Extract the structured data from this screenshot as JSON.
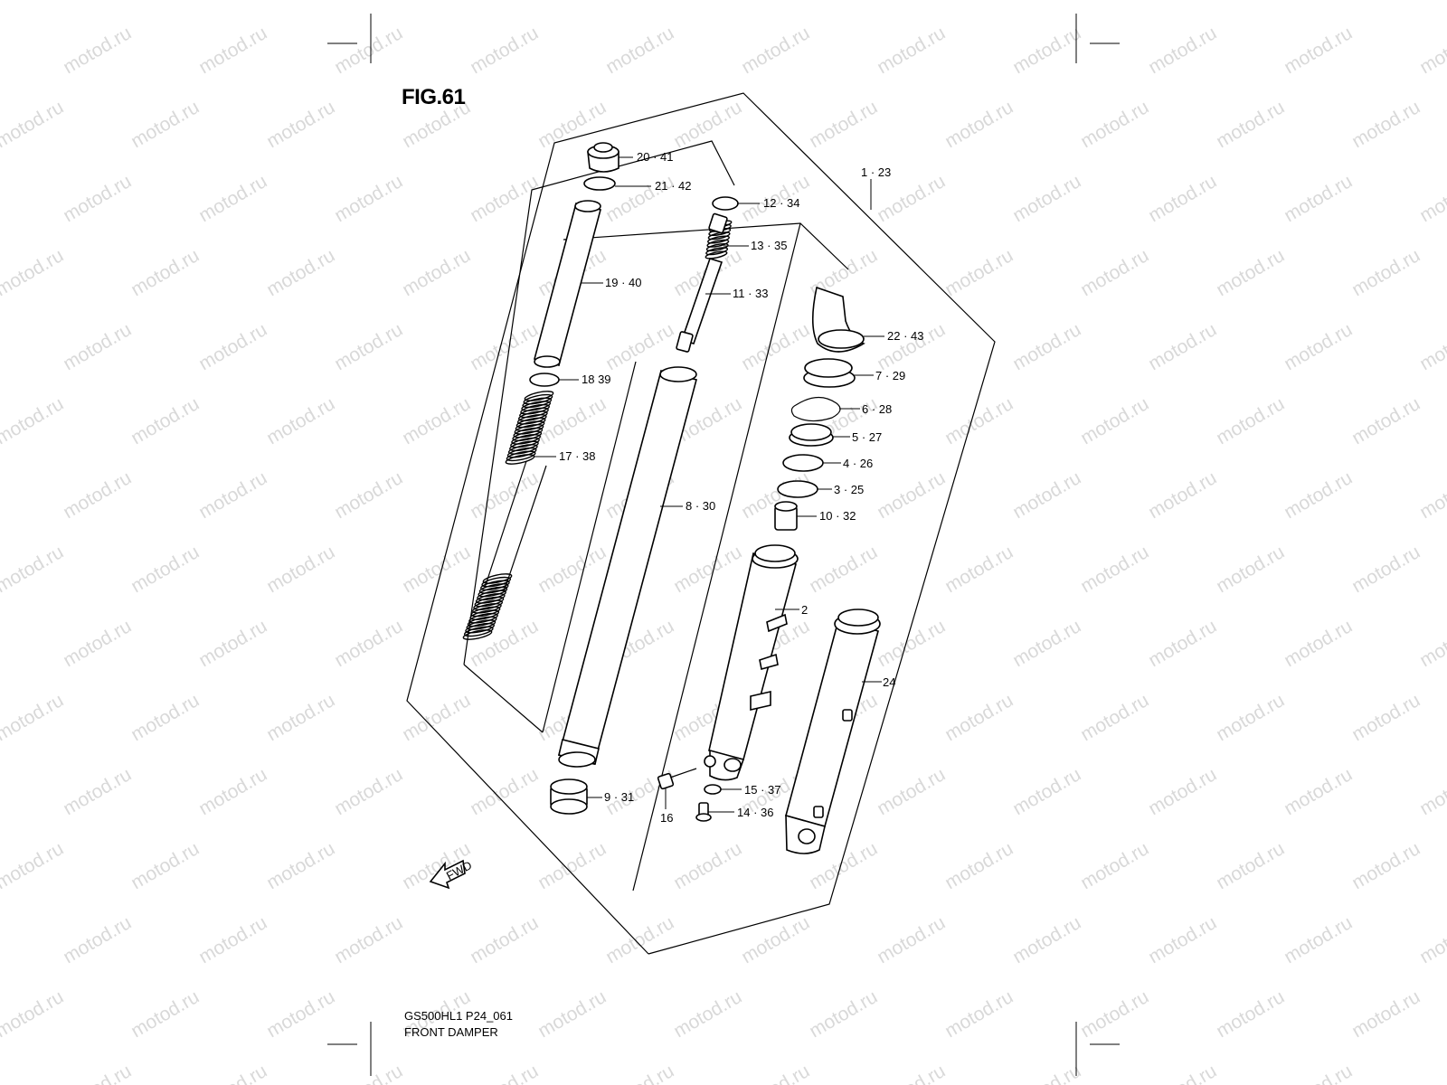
{
  "figure": {
    "title": "FIG.61"
  },
  "footer": {
    "code": "GS500HL1 P24_061",
    "name": "FRONT DAMPER"
  },
  "watermark": {
    "text": "motod.ru",
    "color": "#d9d9d9"
  },
  "fwd_arrow": {
    "label": "FWD"
  },
  "callouts": [
    {
      "id": "20",
      "text": "20 · 41"
    },
    {
      "id": "21",
      "text": "21 · 42"
    },
    {
      "id": "12",
      "text": "12 · 34"
    },
    {
      "id": "13",
      "text": "13 · 35"
    },
    {
      "id": "1",
      "text": "1 · 23"
    },
    {
      "id": "11",
      "text": "11 · 33"
    },
    {
      "id": "19",
      "text": "19 · 40"
    },
    {
      "id": "22",
      "text": "22 · 43"
    },
    {
      "id": "7",
      "text": "7 · 29"
    },
    {
      "id": "18",
      "text": "18 39"
    },
    {
      "id": "6",
      "text": "6 · 28"
    },
    {
      "id": "5",
      "text": "5 · 27"
    },
    {
      "id": "17",
      "text": "17 · 38"
    },
    {
      "id": "4",
      "text": "4 · 26"
    },
    {
      "id": "3",
      "text": "3 · 25"
    },
    {
      "id": "8",
      "text": "8 · 30"
    },
    {
      "id": "10",
      "text": "10 · 32"
    },
    {
      "id": "2",
      "text": "2"
    },
    {
      "id": "24",
      "text": "24"
    },
    {
      "id": "15",
      "text": "15 · 37"
    },
    {
      "id": "9",
      "text": "9 · 31"
    },
    {
      "id": "14",
      "text": "14 · 36"
    },
    {
      "id": "16",
      "text": "16"
    }
  ]
}
